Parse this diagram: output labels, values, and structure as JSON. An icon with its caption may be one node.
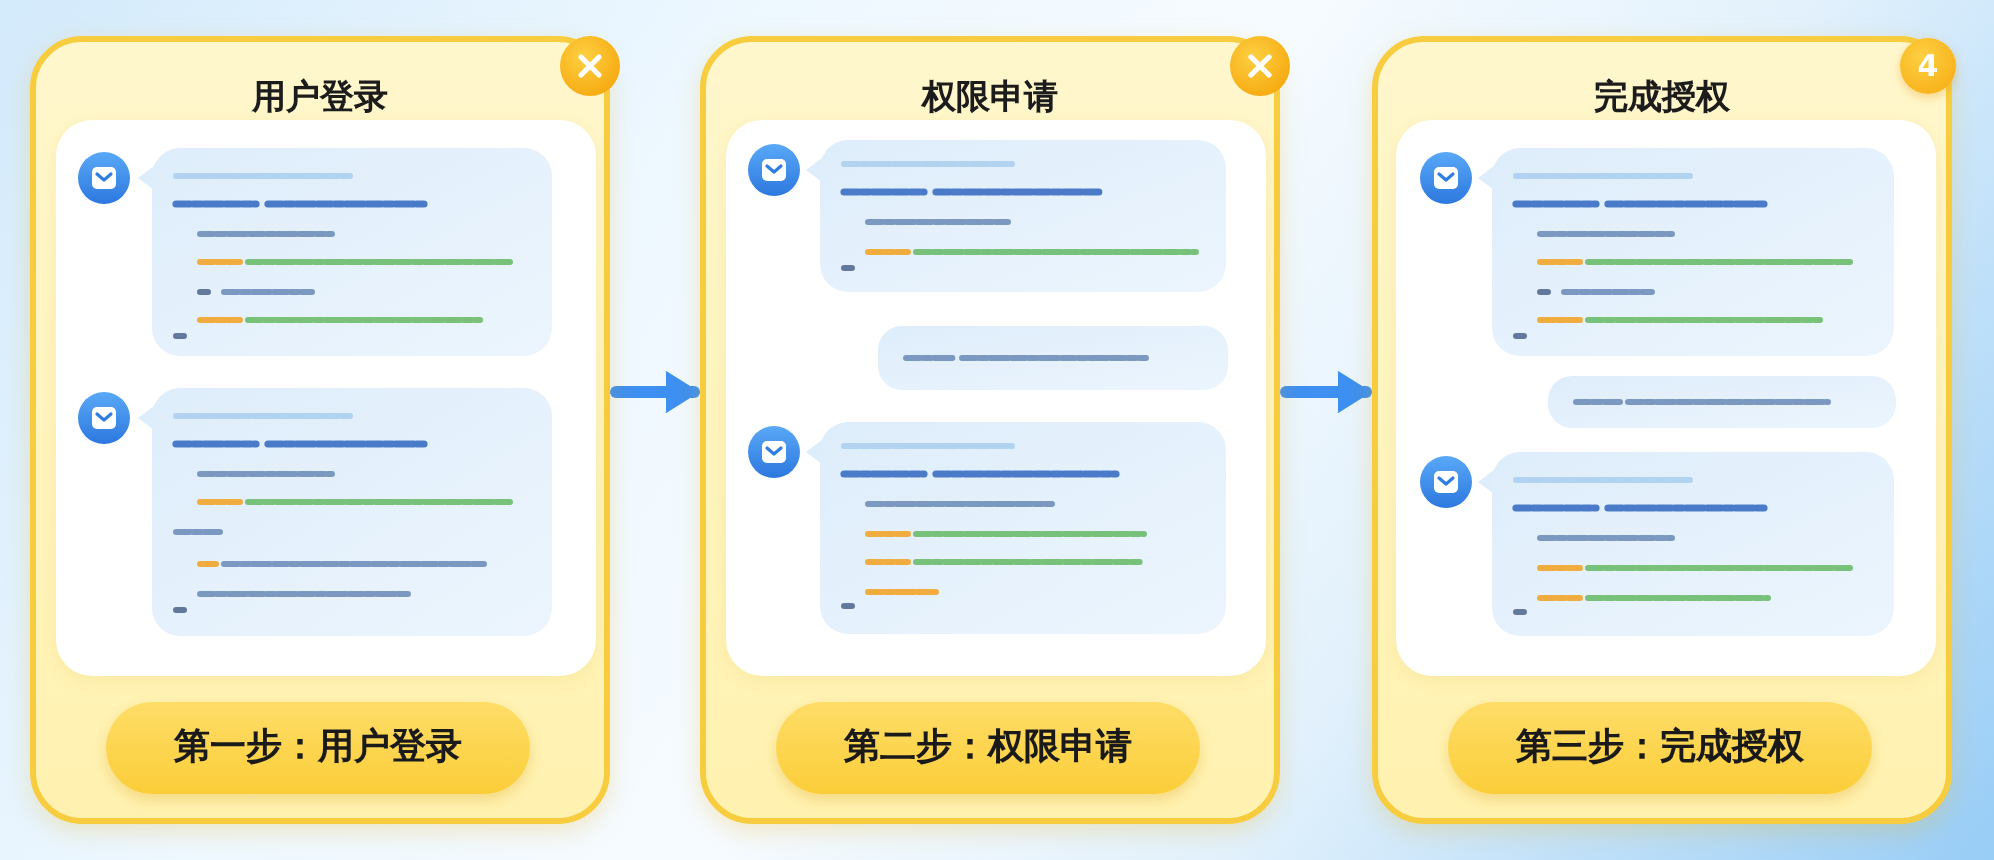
{
  "diagram": {
    "nodes": [
      {
        "text": [
          "用户登录"
        ]
      },
      {
        "text": [
          "第一步：用户登录"
        ],
        "in": 0
      },
      {
        "text": [
          "权限申请"
        ]
      },
      {
        "text": [
          "第二步：权限申请"
        ],
        "in": 2
      },
      {
        "text": [
          "完成授权"
        ]
      },
      {
        "text": [
          "第三步：完成授权"
        ],
        "in": 4
      }
    ],
    "edges": [
      {
        "from": 0,
        "to": 2,
        "arrow": "to"
      },
      {
        "from": 2,
        "to": 4,
        "arrow": "to"
      }
    ],
    "labels": [
      "4"
    ]
  }
}
